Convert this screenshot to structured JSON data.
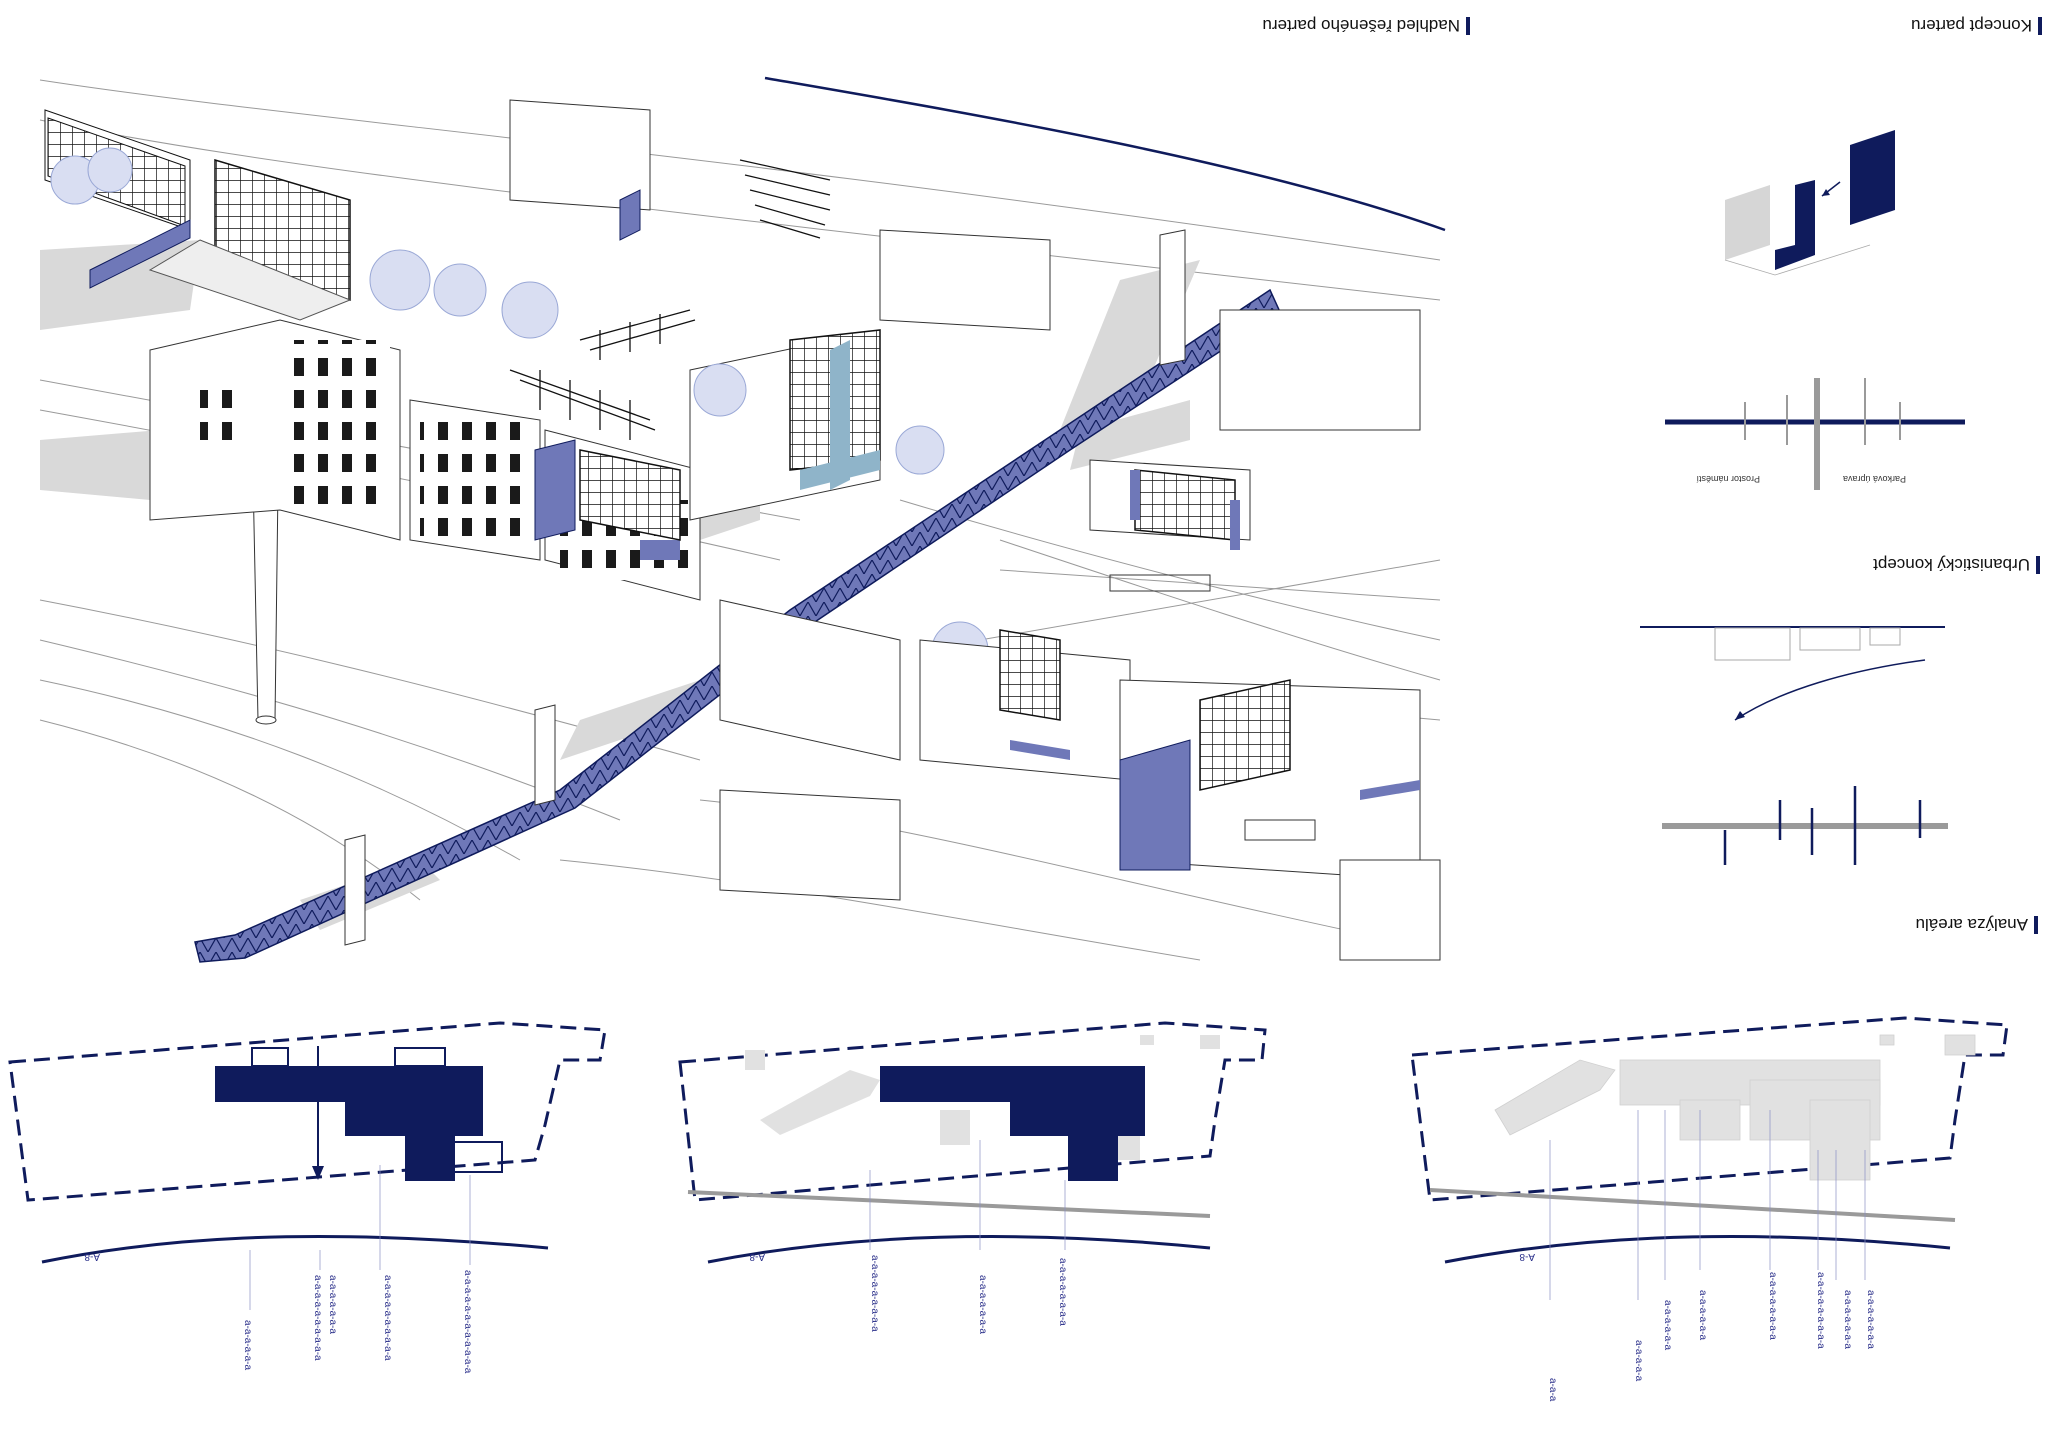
{
  "headings": {
    "pattern_view": "Nadhled řešeného parteru",
    "pattern_concept": "Koncept parteru",
    "urban_concept": "Urbanistický koncept",
    "site_analysis": "Analýza areálu"
  },
  "concept_labels": {
    "square_space": "Prostor náměstí",
    "park": "Parková úprava"
  },
  "site_plans": [
    {
      "name": "plan-left",
      "corner_label": "A-8",
      "annotations": [
        "a-a-a-a-a-a",
        "a-a-a-a-a-a-a-a-a-a",
        "a-a-a-a-a-a-a",
        "a-a-a-a-a-a-a-a-a-a",
        "a-a-a-a-a-a-a-a-a-a-a-a"
      ]
    },
    {
      "name": "plan-middle",
      "corner_label": "A-8",
      "annotations": [
        "a-a-a-a-a-a-a-a-a",
        "a-a-a-a-a-a-a",
        "a-a-a-a-a-a-a-a"
      ]
    },
    {
      "name": "plan-right",
      "corner_label": "A-8",
      "annotations": [
        "a-a-a",
        "a-a-a-a-a",
        "a-a-a-a-a-a",
        "a-a-a-a-a-a",
        "a-a-a-a-a-a-a-a",
        "a-a-a-a-a-a-a-a-a",
        "a-a-a-a-a-a-a",
        "a-a-a-a-a-a-a"
      ]
    }
  ],
  "colors": {
    "navy": "#0f1b5c",
    "accent_blue": "#6f78b8",
    "light_blue": "#8fb4c9",
    "grey": "#9a9a9a",
    "light_grey": "#d6d6d6",
    "tree": "#9aa8d6"
  }
}
